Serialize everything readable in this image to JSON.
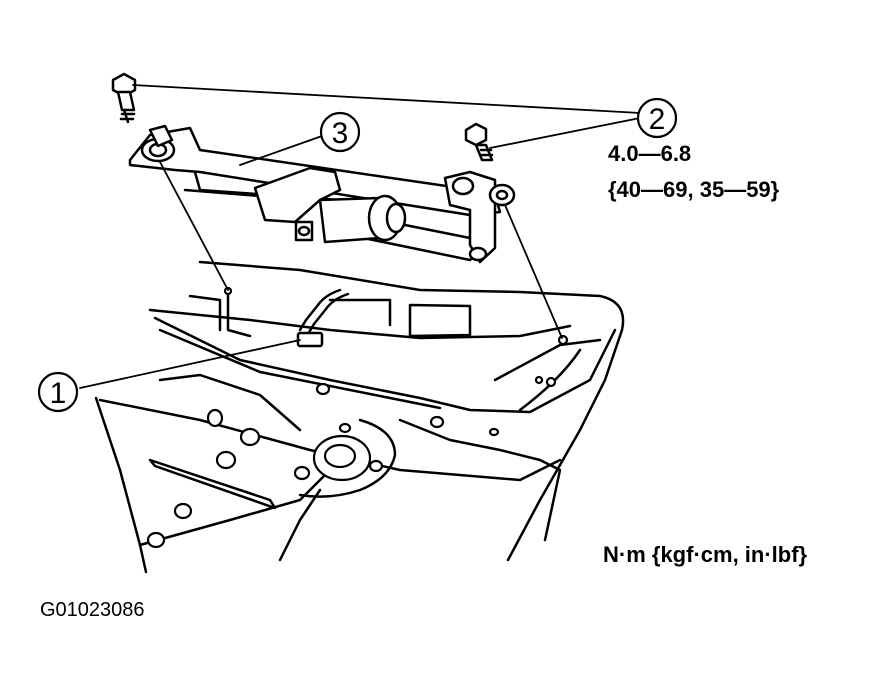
{
  "figure": {
    "callouts": [
      {
        "number": "1"
      },
      {
        "number": "2"
      },
      {
        "number": "3"
      }
    ],
    "torque": {
      "value": "4.0—6.8",
      "alt_values": "{40—69, 35—59}"
    },
    "units": "N·m {kgf·cm, in·lbf}",
    "figure_id": "G01023086"
  }
}
